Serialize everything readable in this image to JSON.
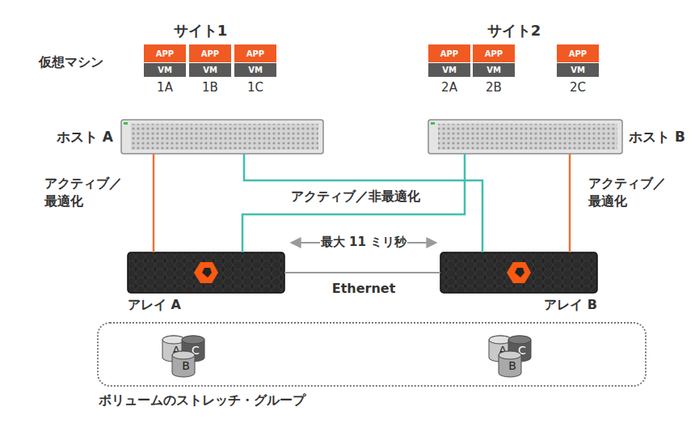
{
  "diagram": {
    "nodes": [
      {
        "text": [
          "APP",
          "VM",
          "1A"
        ]
      },
      {
        "text": [
          "APP",
          "VM",
          "1B"
        ]
      },
      {
        "text": [
          "APP",
          "VM",
          "1C"
        ]
      },
      {
        "text": [
          "APP",
          "VM",
          "2A"
        ]
      },
      {
        "text": [
          "APP",
          "VM",
          "2B"
        ]
      },
      {
        "text": [
          "APP",
          "VM",
          "2C"
        ]
      },
      {
        "text": [
          "ホスト A"
        ]
      },
      {
        "text": [
          "ホスト B"
        ]
      },
      {
        "text": [
          "アレイ A"
        ]
      },
      {
        "text": [
          "アレイ B"
        ]
      },
      {
        "text": [
          "ボリュームのストレッチ・グループ"
        ]
      },
      {
        "text": [
          "A"
        ],
        "in": 10
      },
      {
        "text": [
          "C"
        ],
        "in": 10
      },
      {
        "text": [
          "B"
        ],
        "in": 10
      },
      {
        "text": [
          "A"
        ],
        "in": 10
      },
      {
        "text": [
          "C"
        ],
        "in": 10
      },
      {
        "text": [
          "B"
        ],
        "in": 10
      }
    ],
    "edges": [
      {
        "from": 6,
        "to": 8,
        "arrow": "none",
        "label": "アクティブ／ 最適化"
      },
      {
        "from": 6,
        "to": 9,
        "arrow": "none"
      },
      {
        "from": 7,
        "to": 8,
        "arrow": "none"
      },
      {
        "from": 7,
        "to": 9,
        "arrow": "none",
        "label": "アクティブ／ 最適化"
      },
      {
        "from": 8,
        "to": 9,
        "arrow": "none",
        "label": "Ethernet"
      }
    ],
    "labels": [
      "サイト1",
      "サイト2",
      "仮想マシン",
      "アクティブ／非最適化",
      "最大 11 ミリ秒"
    ]
  }
}
